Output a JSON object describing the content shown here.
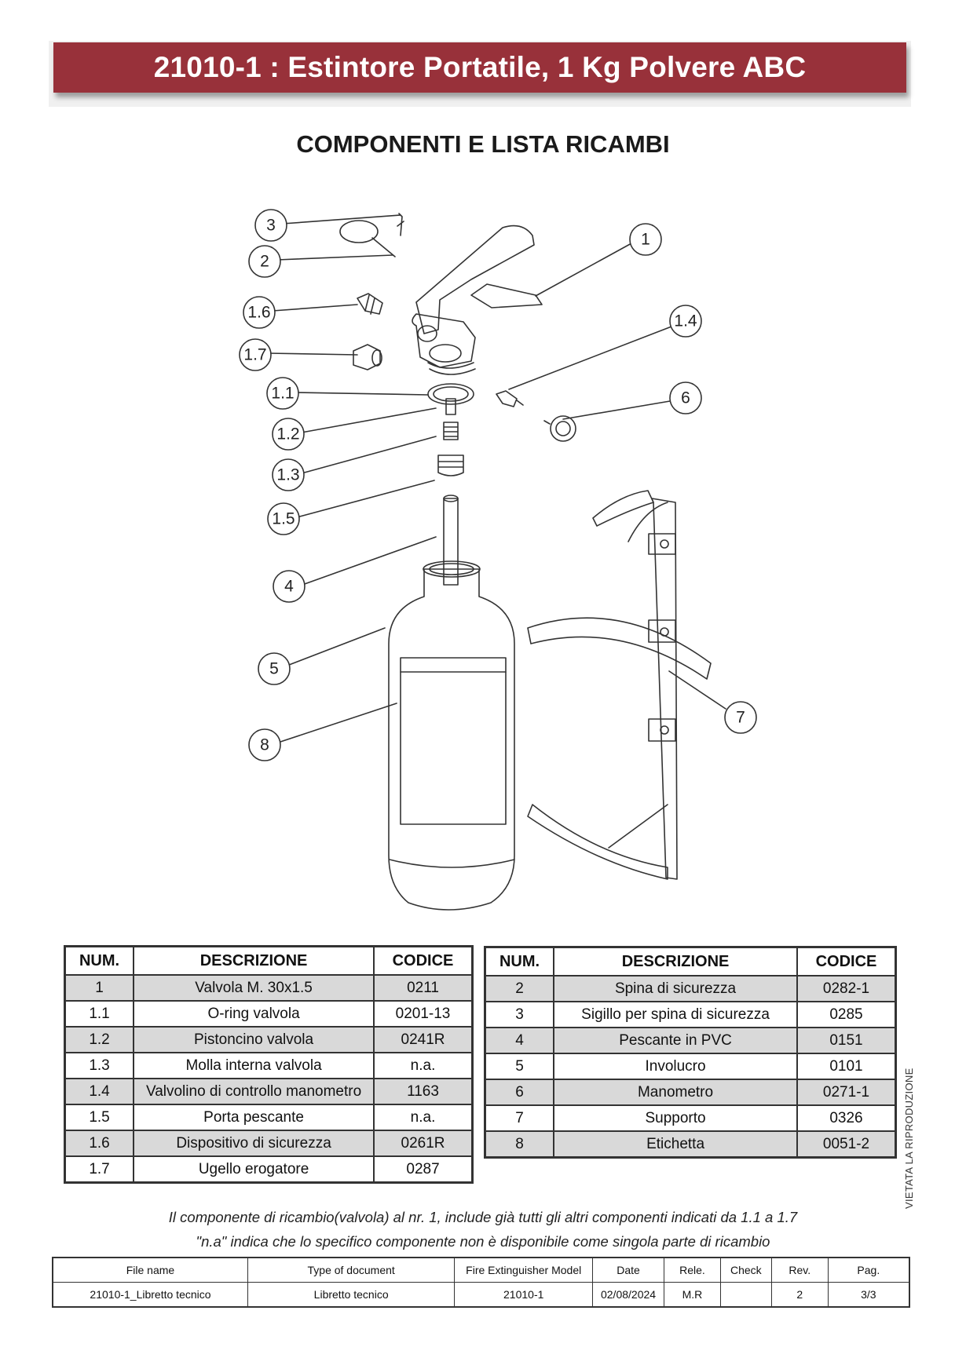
{
  "header": {
    "title": "21010-1 : Estintore Portatile, 1 Kg Polvere ABC",
    "subtitle": "COMPONENTI E LISTA RICAMBI"
  },
  "diagram": {
    "callouts": [
      "3",
      "2",
      "1.6",
      "1.7",
      "1.1",
      "1.2",
      "1.3",
      "1.5",
      "4",
      "5",
      "8",
      "1",
      "1.4",
      "6",
      "7"
    ]
  },
  "table_left": {
    "headers": [
      "NUM.",
      "DESCRIZIONE",
      "CODICE"
    ],
    "rows": [
      [
        "1",
        "Valvola  M. 30x1.5",
        "0211"
      ],
      [
        "1.1",
        "O-ring valvola",
        "0201-13"
      ],
      [
        "1.2",
        "Pistoncino valvola",
        "0241R"
      ],
      [
        "1.3",
        "Molla interna valvola",
        "n.a."
      ],
      [
        "1.4",
        "Valvolino di controllo manometro",
        "1163"
      ],
      [
        "1.5",
        "Porta pescante",
        "n.a."
      ],
      [
        "1.6",
        "Dispositivo di sicurezza",
        "0261R"
      ],
      [
        "1.7",
        "Ugello erogatore",
        "0287"
      ]
    ]
  },
  "table_right": {
    "headers": [
      "NUM.",
      "DESCRIZIONE",
      "CODICE"
    ],
    "rows": [
      [
        "2",
        "Spina di sicurezza",
        "0282-1"
      ],
      [
        "3",
        "Sigillo per spina di sicurezza",
        "0285"
      ],
      [
        "4",
        "Pescante in PVC",
        "0151"
      ],
      [
        "5",
        "Involucro",
        "0101"
      ],
      [
        "6",
        "Manometro",
        "0271-1"
      ],
      [
        "7",
        "Supporto",
        "0326"
      ],
      [
        "8",
        "Etichetta",
        "0051-2"
      ]
    ]
  },
  "notes": [
    "Il componente di ricambio(valvola) al nr. 1, include già tutti gli altri componenti indicati da 1.1 a 1.7",
    "\"n.a\" indica che lo specifico componente non è disponibile come singola parte di ricambio"
  ],
  "side_text": "VIETATA LA RIPRODUZIONE",
  "footer": {
    "headers": [
      "File name",
      "Type of document",
      "Fire Extinguisher Model",
      "Date",
      "Rele.",
      "Check",
      "Rev.",
      "Pag."
    ],
    "values": [
      "21010-1_Libretto tecnico",
      "Libretto tecnico",
      "21010-1",
      "02/08/2024",
      "M.R",
      "",
      "2",
      "3/3"
    ]
  },
  "colors": {
    "banner": "#98313a",
    "row_shade": "#d9d9d9"
  }
}
